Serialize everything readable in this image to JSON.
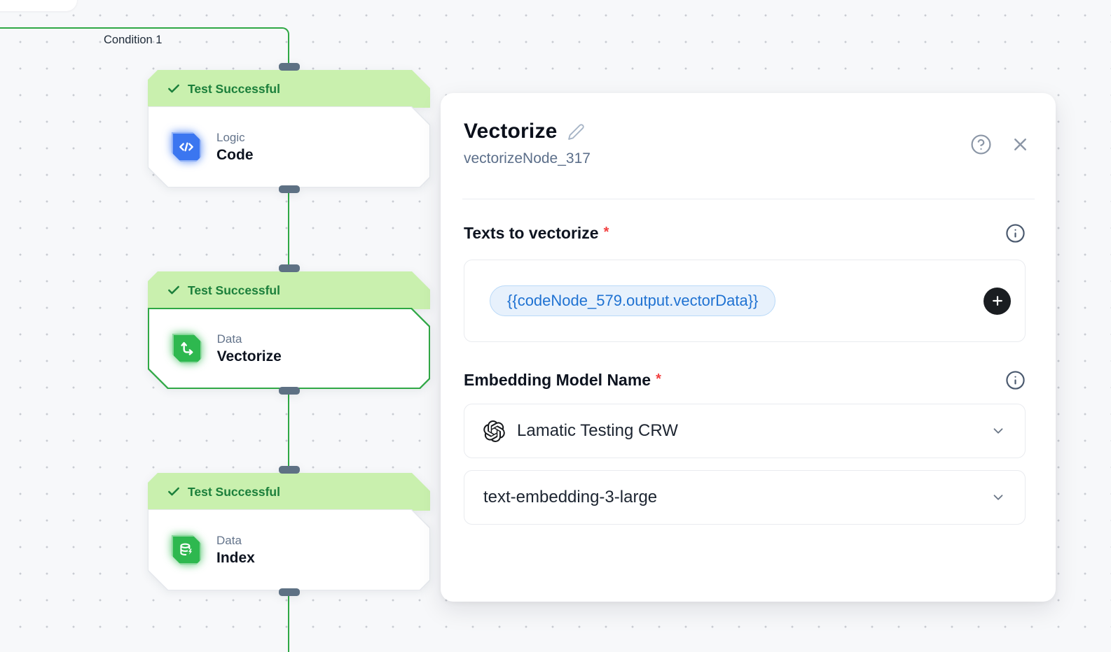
{
  "canvas": {
    "edge_label": "Condition 1",
    "nodes": [
      {
        "status": "Test Successful",
        "category": "Logic",
        "title": "Code",
        "icon": "code-icon"
      },
      {
        "status": "Test Successful",
        "category": "Data",
        "title": "Vectorize",
        "icon": "vectorize-icon",
        "selected": true
      },
      {
        "status": "Test Successful",
        "category": "Data",
        "title": "Index",
        "icon": "index-icon"
      }
    ]
  },
  "panel": {
    "title": "Vectorize",
    "node_id": "vectorizeNode_317",
    "texts_section": {
      "label": "Texts to vectorize",
      "required": "*",
      "chip_value": "{{codeNode_579.output.vectorData}}"
    },
    "model_section": {
      "label": "Embedding Model Name",
      "required": "*",
      "provider_icon": "openai-icon",
      "provider_value": "Lamatic Testing CRW",
      "model_value": "text-embedding-3-large"
    }
  },
  "colors": {
    "edge_green": "#2fa845",
    "banner_green": "#c9f0ae",
    "banner_text_green": "#1b7f3b",
    "icon_blue": "#3b76f0",
    "icon_green": "#2eb84f",
    "chip_blue": "#1f72d2",
    "chip_bg": "#e7f1fc",
    "required_red": "#f23f3f",
    "handle_slate": "#5e7184"
  }
}
